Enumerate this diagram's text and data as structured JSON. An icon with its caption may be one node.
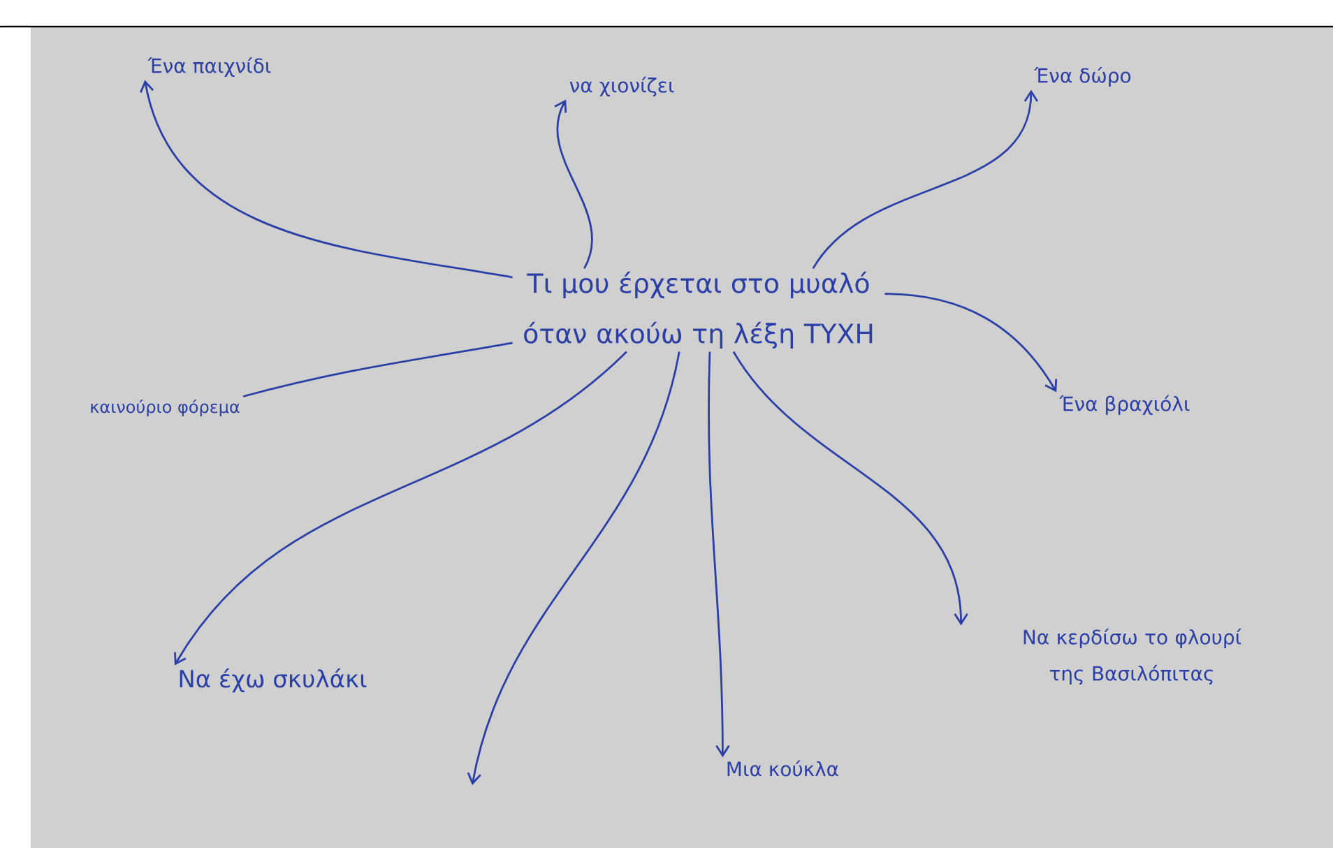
{
  "diagram": {
    "nodes": [
      {
        "text": [
          "Τι μου έρχεται στο μυαλό όταν ακούω τη λέξη ΤΥΧΗ"
        ]
      },
      {
        "text": [
          "Ένα παιχνίδι"
        ]
      },
      {
        "text": [
          "να χιονίζει"
        ]
      },
      {
        "text": [
          "Ένα δώρο"
        ]
      },
      {
        "text": [
          "Ένα βραχιόλι"
        ]
      },
      {
        "text": [
          "καινούριο φόρεμα"
        ]
      },
      {
        "text": [
          "Να έχω σκυλάκι"
        ]
      },
      {
        "text": [
          "Μια κούκλα"
        ]
      },
      {
        "text": [
          "Να κερδίσω το φλουρί της Βασιλόπιτας"
        ]
      }
    ],
    "edges": [
      {
        "from": 0,
        "to": 1,
        "arrow": "to"
      },
      {
        "from": 0,
        "to": 2,
        "arrow": "to"
      },
      {
        "from": 0,
        "to": 3,
        "arrow": "to"
      },
      {
        "from": 0,
        "to": 4,
        "arrow": "to"
      },
      {
        "from": 5,
        "to": 0,
        "arrow": "none"
      },
      {
        "from": 0,
        "to": 6,
        "arrow": "to"
      },
      {
        "from": 0,
        "to": null,
        "arrow": "to"
      },
      {
        "from": 0,
        "to": 7,
        "arrow": "to"
      },
      {
        "from": 0,
        "to": 8,
        "arrow": "to"
      }
    ]
  }
}
